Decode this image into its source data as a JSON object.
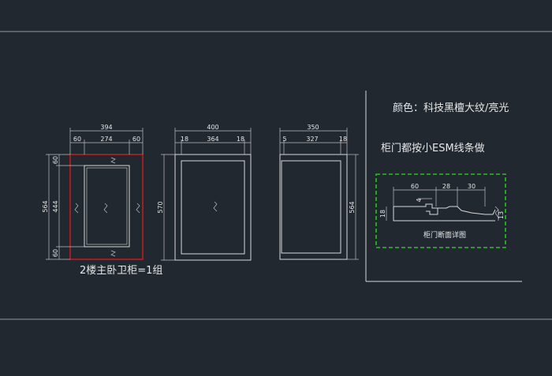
{
  "notes": {
    "color_note": "颜色：科技黑檀大纹/亮光",
    "door_note": "柜门都按小ESM线条做",
    "title": "2楼主卧卫柜=1组"
  },
  "cabinet_a": {
    "top_dims": [
      "394",
      "60",
      "274",
      "60"
    ],
    "left_dims": [
      "564",
      "60",
      "444",
      "60"
    ]
  },
  "cabinet_b": {
    "top_dims": [
      "400",
      "18",
      "364",
      "18"
    ],
    "left_dims": [
      "570"
    ]
  },
  "cabinet_c": {
    "top_dims": [
      "350",
      "5",
      "327",
      "18"
    ],
    "right_dims": [
      "564"
    ]
  },
  "detail": {
    "dims": [
      "60",
      "28",
      "30",
      "4",
      "18",
      "13"
    ],
    "caption": "柜门断面详图"
  },
  "colors": {
    "background": "#212830",
    "line": "#d8d8d8",
    "highlight_red": "#e02020",
    "detail_border_green": "#22c51e"
  }
}
